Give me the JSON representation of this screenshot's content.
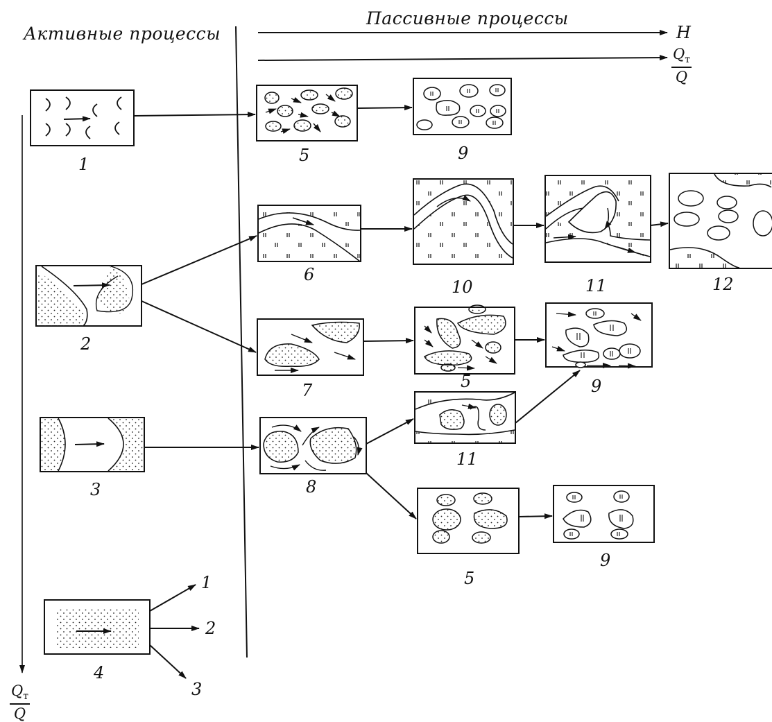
{
  "headers": {
    "active": "Активные процессы",
    "passive": "Пассивные процессы"
  },
  "axes": {
    "h_label": "H",
    "ratio_numerator": "Q",
    "ratio_subscript": "т",
    "ratio_denominator": "Q"
  },
  "box_labels": {
    "b1": "1",
    "b2": "2",
    "b3": "3",
    "b4": "4",
    "b5a": "5",
    "b9a": "9",
    "b6": "6",
    "b10": "10",
    "b11a": "11",
    "b12": "12",
    "b7": "7",
    "b5b": "5",
    "b9b": "9",
    "b8": "8",
    "b11b": "11",
    "b5c": "5",
    "b9c": "9"
  },
  "branch_labels": {
    "o1": "1",
    "o2": "2",
    "o3": "3"
  },
  "colors": {
    "ink": "#111111",
    "paper": "#ffffff"
  }
}
